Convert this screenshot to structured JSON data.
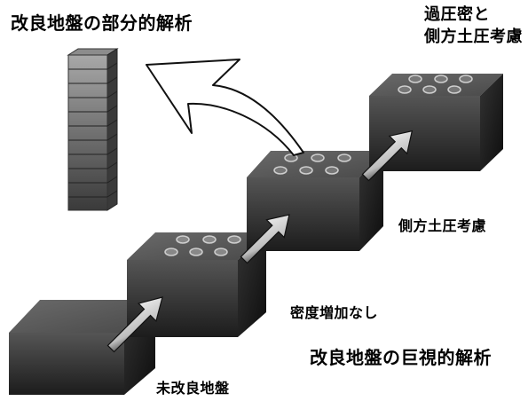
{
  "labels": {
    "partial_analysis_title": "改良地盤の部分的解析",
    "overconsolidation_line1": "過圧密と",
    "overconsolidation_line2": "側方土圧考慮",
    "lateral_pressure": "側方土圧考慮",
    "no_density_increase": "密度増加なし",
    "macro_analysis_title": "改良地盤の巨視的解析",
    "unimproved_ground": "未改良地盤"
  }
}
